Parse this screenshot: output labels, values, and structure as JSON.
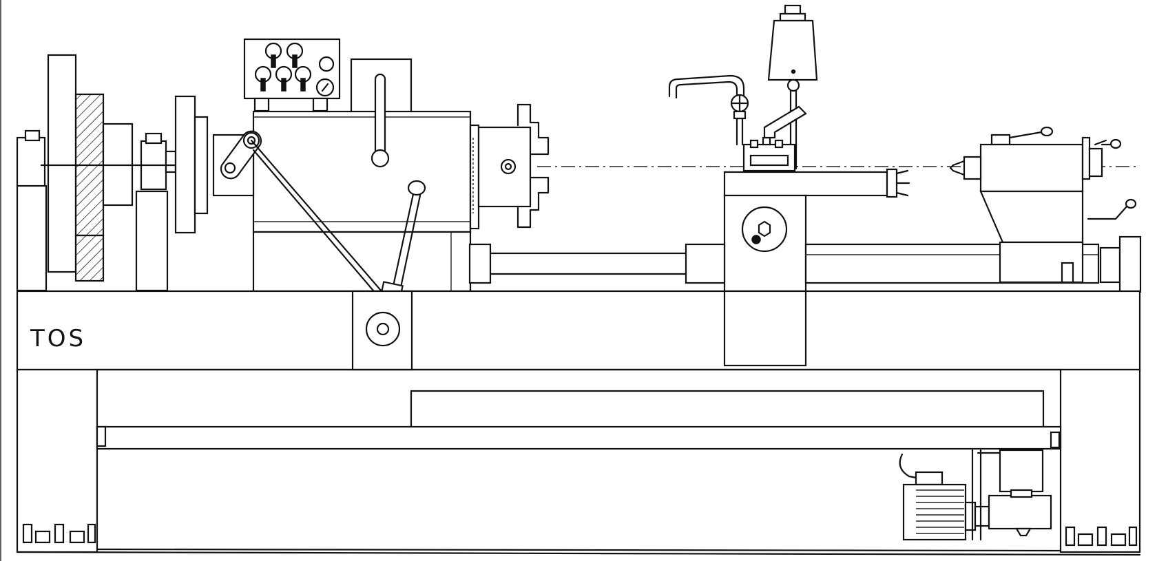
{
  "drawing": {
    "brand_label": "TOS"
  },
  "components": [
    "drive-pulley",
    "gearbox",
    "control-panel",
    "headstock",
    "chuck",
    "carriage",
    "tool-post",
    "coolant-pipe",
    "work-light",
    "tailstock",
    "bed",
    "lead-rod",
    "motor",
    "pump"
  ]
}
